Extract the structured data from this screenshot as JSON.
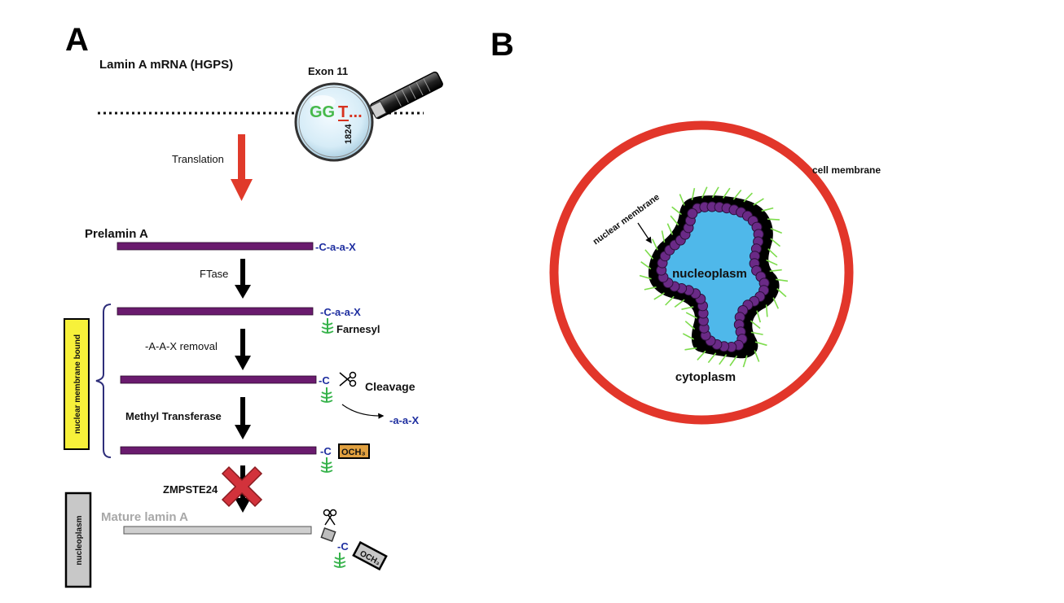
{
  "panel_a": {
    "panel_label": "A",
    "mrna_title": "Lamin A mRNA (HGPS)",
    "exon_label": "Exon 11",
    "seq_gg": "GG",
    "seq_t": "T",
    "seq_dots": "...",
    "position": "1824",
    "translation_label": "Translation",
    "prelamin_label": "Prelamin A",
    "caax_1": "-C-a-a-X",
    "ftase_label": "FTase",
    "caax_2": "-C-a-a-X",
    "farnesyl_label": "Farnesyl",
    "aax_removal_label": "-A-A-X  removal",
    "c_label_3": "-C",
    "cleavage_label": "Cleavage",
    "aax_product": "-a-a-X",
    "methyl_label": "Methyl Transferase",
    "c_label_4": "-C",
    "och3_label_4": "OCH₃",
    "bracket_label": "nuclear membrane bound",
    "zmpste_label": "ZMPSTE24",
    "mature_label": "Mature lamin A",
    "nucleoplasm_box_label": "nucleoplasm",
    "c_label_5": "-C",
    "och3_label_5": "OCH₃"
  },
  "panel_b": {
    "panel_label": "B",
    "cell_membrane_label": "cell membrane",
    "nuclear_membrane_label": "nuclear membrane",
    "nucleoplasm_label": "nucleoplasm",
    "cytoplasm_label": "cytoplasm"
  },
  "colors": {
    "purple_bar": "#6a1b6e",
    "caax_blue": "#1f2fa0",
    "red_arrow": "#e03a2a",
    "cell_red": "#e2362a",
    "nucleus_blue": "#4fb8ea",
    "farnesyl_green": "#35b24a",
    "yellow_box": "#f7f13a",
    "orange_box": "#e0a040",
    "grey_box": "#c8c8c8"
  }
}
